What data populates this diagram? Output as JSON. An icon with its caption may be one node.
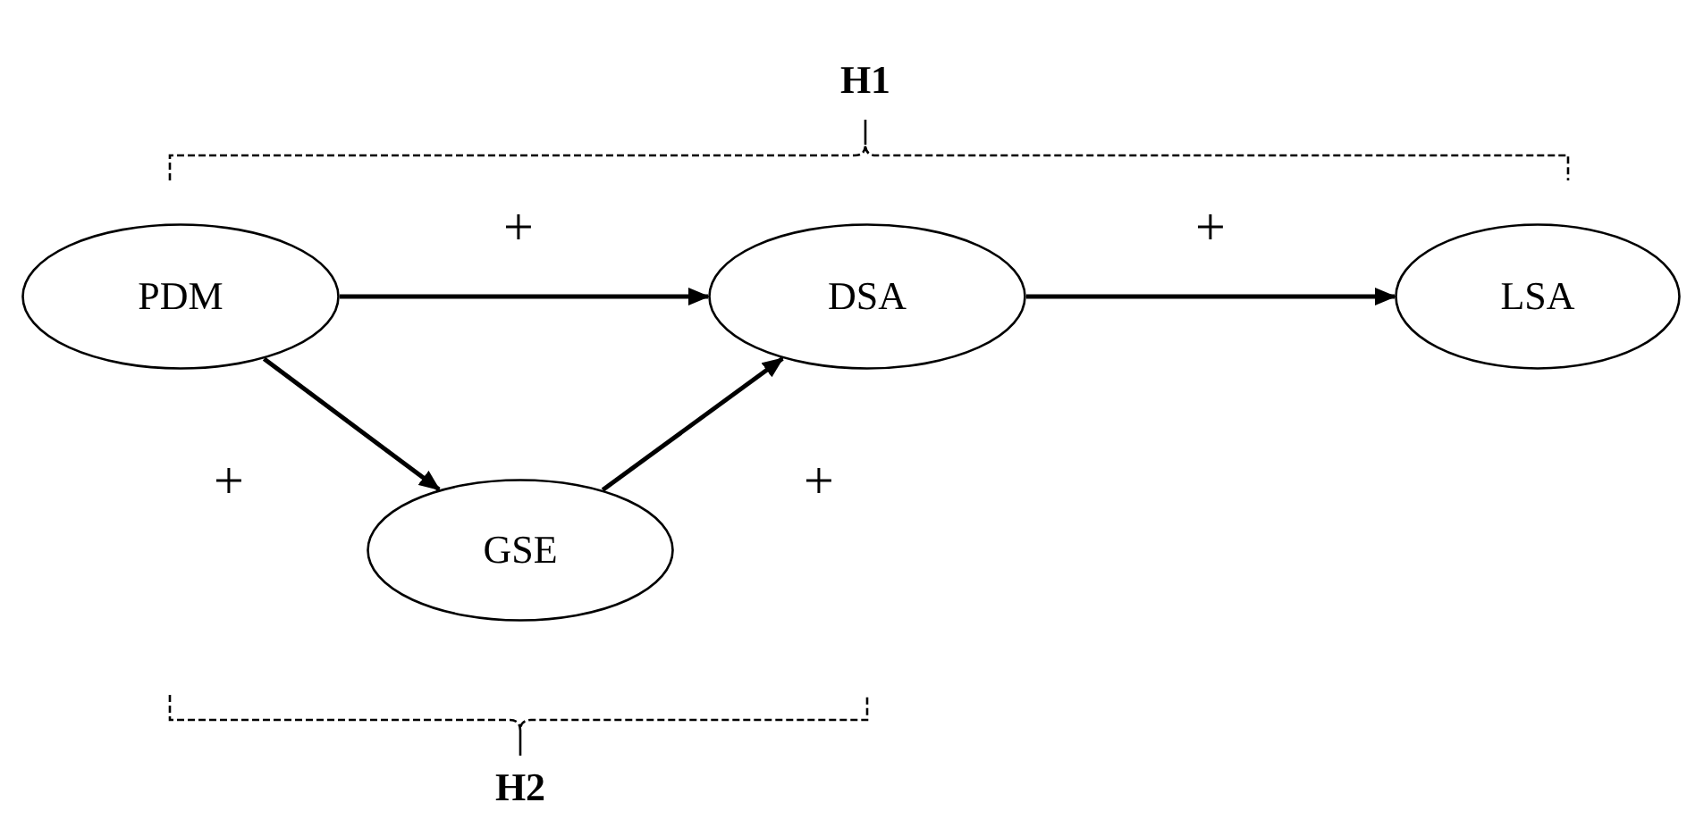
{
  "diagram": {
    "nodes": [
      {
        "text": [
          "PDM"
        ]
      },
      {
        "text": [
          "DSA"
        ]
      },
      {
        "text": [
          "LSA"
        ]
      },
      {
        "text": [
          "GSE"
        ]
      }
    ],
    "edges": [
      {
        "from": 0,
        "to": 1,
        "arrow": "to",
        "label": "+"
      },
      {
        "from": 1,
        "to": 2,
        "arrow": "to",
        "label": "+"
      },
      {
        "from": 0,
        "to": 3,
        "arrow": "to",
        "label": "+"
      },
      {
        "from": 3,
        "to": 1,
        "arrow": "to",
        "label": "+"
      }
    ],
    "labels": [
      "H1",
      "H2"
    ]
  }
}
